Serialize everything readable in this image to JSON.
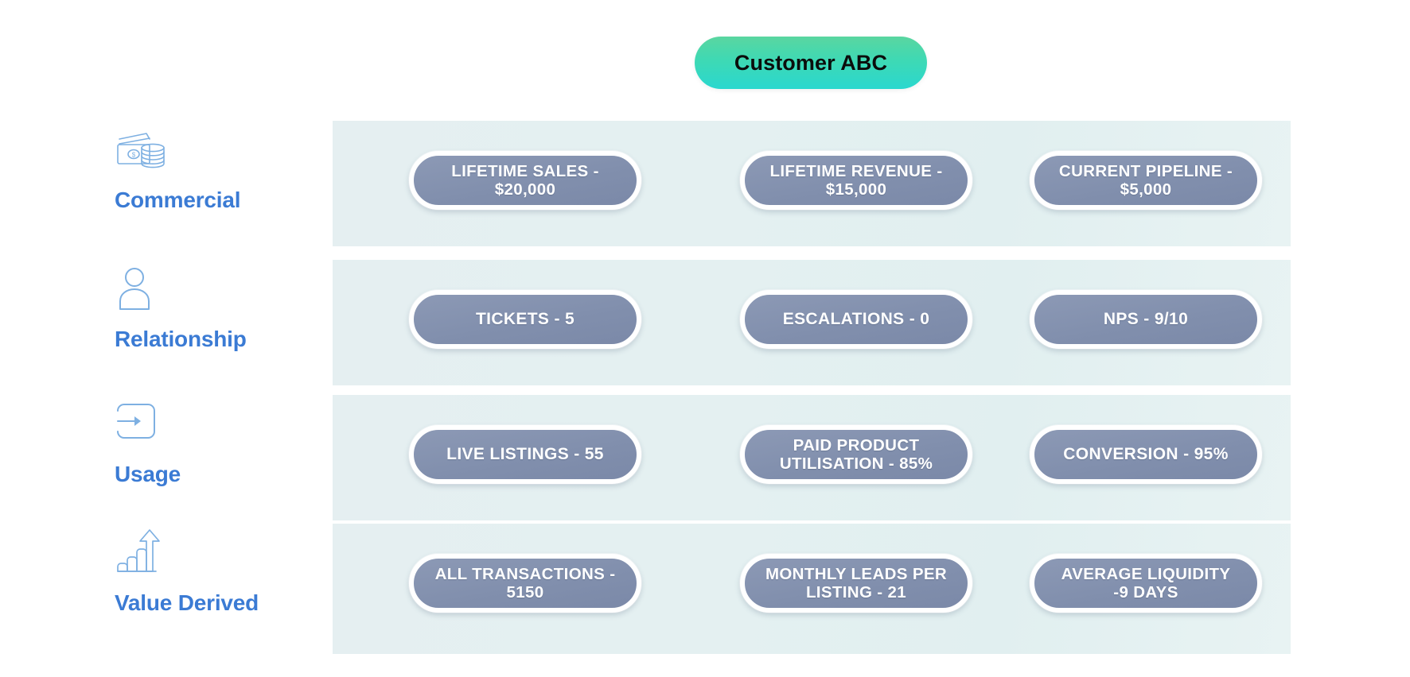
{
  "header": {
    "title": "Customer ABC",
    "pill_gradient_from": "#5ad6a0",
    "pill_gradient_to": "#2ad8cf",
    "title_color": "#0b0d0c"
  },
  "theme": {
    "band_color": "#e4f0f1",
    "pill_color": "#818fad",
    "pill_border": "#ffffff",
    "label_color": "#3b7bd4",
    "icon_color": "#7eb0e2",
    "page_background": "#ffffff"
  },
  "rows": [
    {
      "id": "commercial",
      "label": "Commercial",
      "icon": "cash-coins-icon",
      "metrics": [
        {
          "name": "lifetime-sales",
          "label": "LIFETIME SALES - $20,000",
          "metric": "LIFETIME SALES",
          "value": "$20,000",
          "lines": [
            "LIFETIME SALES -",
            "$20,000"
          ]
        },
        {
          "name": "lifetime-revenue",
          "label": "LIFETIME REVENUE - $15,000",
          "metric": "LIFETIME REVENUE",
          "value": "$15,000",
          "lines": [
            "LIFETIME REVENUE -",
            "$15,000"
          ]
        },
        {
          "name": "current-pipeline",
          "label": "CURRENT PIPELINE - $5,000",
          "metric": "CURRENT PIPELINE",
          "value": "$5,000",
          "lines": [
            "CURRENT PIPELINE -",
            "$5,000"
          ]
        }
      ]
    },
    {
      "id": "relationship",
      "label": "Relationship",
      "icon": "person-icon",
      "metrics": [
        {
          "name": "tickets",
          "label": "TICKETS - 5",
          "metric": "TICKETS",
          "value": "5",
          "lines": [
            "TICKETS - 5"
          ]
        },
        {
          "name": "escalations",
          "label": "ESCALATIONS - 0",
          "metric": "ESCALATIONS",
          "value": "0",
          "lines": [
            "ESCALATIONS - 0"
          ]
        },
        {
          "name": "nps",
          "label": "NPS - 9/10",
          "metric": "NPS",
          "value": "9/10",
          "lines": [
            "NPS - 9/10"
          ]
        }
      ]
    },
    {
      "id": "usage",
      "label": "Usage",
      "icon": "enter-arrow-icon",
      "metrics": [
        {
          "name": "live-listings",
          "label": "LIVE LISTINGS - 55",
          "metric": "LIVE LISTINGS",
          "value": "55",
          "lines": [
            "LIVE LISTINGS - 55"
          ]
        },
        {
          "name": "paid-product-utilisation",
          "label": "PAID PRODUCT UTILISATION - 85%",
          "metric": "PAID PRODUCT UTILISATION",
          "value": "85%",
          "lines": [
            "PAID PRODUCT",
            "UTILISATION - 85%"
          ]
        },
        {
          "name": "conversion",
          "label": "CONVERSION - 95%",
          "metric": "CONVERSION",
          "value": "95%",
          "lines": [
            "CONVERSION - 95%"
          ]
        }
      ]
    },
    {
      "id": "value-derived",
      "label": "Value Derived",
      "icon": "growth-chart-arrow-icon",
      "metrics": [
        {
          "name": "all-transactions",
          "label": "ALL TRANSACTIONS - 5150",
          "metric": "ALL TRANSACTIONS",
          "value": "5150",
          "lines": [
            "ALL TRANSACTIONS -",
            "5150"
          ]
        },
        {
          "name": "monthly-leads-per-listing",
          "label": "MONTHLY  LEADS PER LISTING - 21",
          "metric": "MONTHLY  LEADS PER LISTING",
          "value": "21",
          "lines": [
            "MONTHLY  LEADS PER",
            "LISTING - 21"
          ]
        },
        {
          "name": "average-liquidity",
          "label": "AVERAGE LIQUIDITY -9 DAYS",
          "metric": "AVERAGE LIQUIDITY",
          "value": "9 DAYS",
          "lines": [
            "AVERAGE LIQUIDITY",
            "-9 DAYS"
          ]
        }
      ]
    }
  ]
}
